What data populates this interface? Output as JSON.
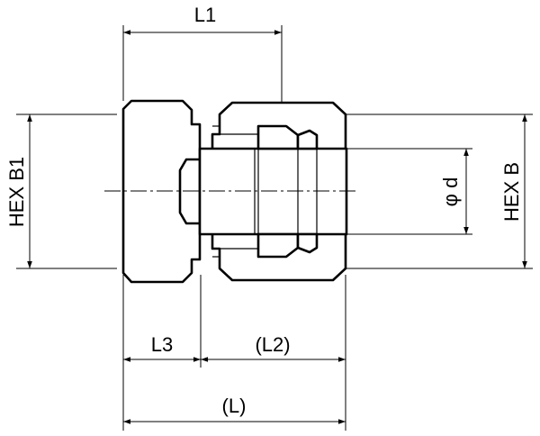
{
  "labels": {
    "l1": "L1",
    "hex_b1": "HEX B1",
    "phi_d": "φ d",
    "hex_b": "HEX B",
    "l3": "L3",
    "l2": "(L2)",
    "l": "(L)"
  }
}
